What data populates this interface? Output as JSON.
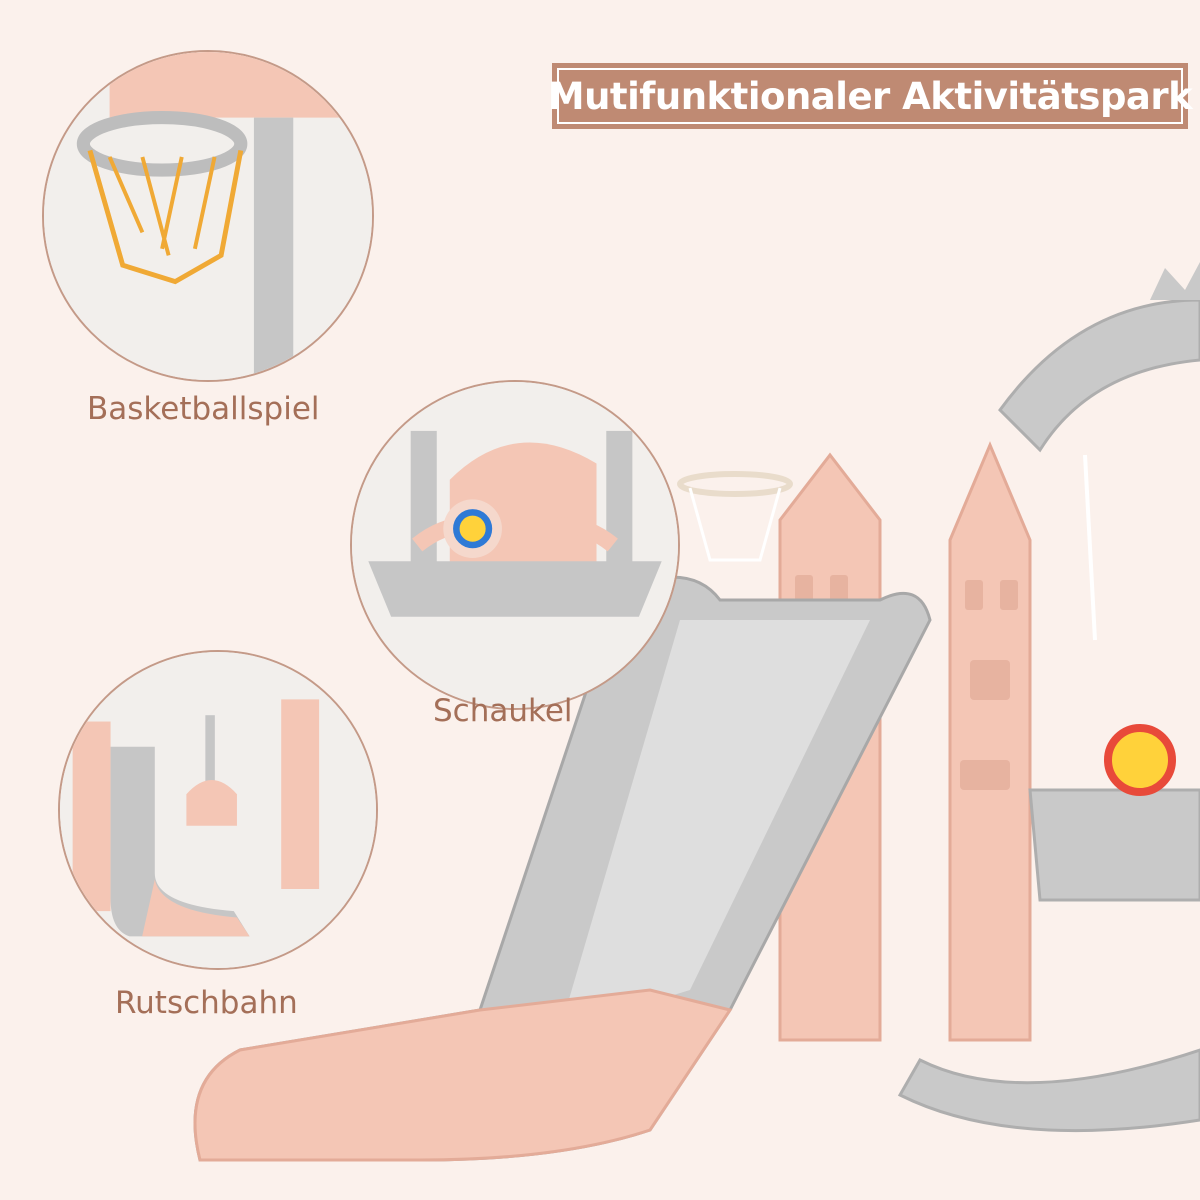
{
  "title": "Mutifunktionaler Aktivitätspark",
  "callouts": [
    {
      "label": "Basketballspiel"
    },
    {
      "label": "Schaukel"
    },
    {
      "label": "Rutschbahn"
    }
  ],
  "colors": {
    "background": "#fbf1ec",
    "banner": "#bf8a73",
    "label_text": "#a46f58",
    "product_pink": "#f4c6b5",
    "product_gray": "#c9c9c9"
  }
}
